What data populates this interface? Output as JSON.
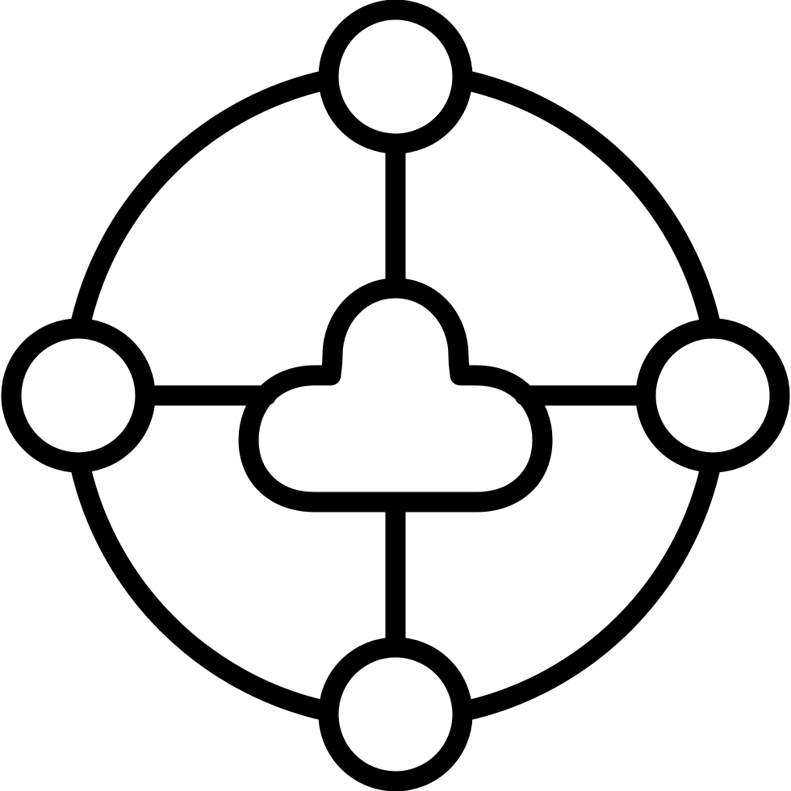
{
  "icon": {
    "name": "cloud-network-icon",
    "stroke_color": "#000000",
    "background_color": "#ffffff",
    "nodes": [
      "node-top",
      "node-left",
      "node-right",
      "node-bottom"
    ],
    "center": "cloud"
  }
}
